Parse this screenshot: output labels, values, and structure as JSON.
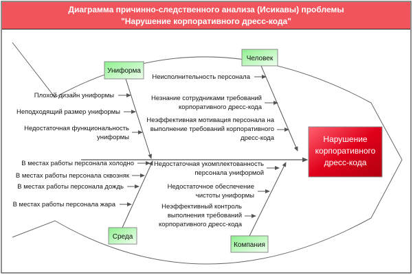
{
  "title": {
    "line1": "Диаграмма причинно-следственного анализа (Исикавы) проблемы",
    "line2": "\"Нарушение корпоративного дресс-кода\""
  },
  "effect": {
    "lines": [
      "Нарушение",
      "корпоративного",
      "дресс-кода"
    ]
  },
  "colors": {
    "header": "#f2545b",
    "effect": "#e0001a",
    "category": "#9ef59e"
  },
  "categories": {
    "uniform": {
      "label": "Униформа",
      "causes": [
        [
          "Плохой дизайн униформы"
        ],
        [
          "Неподходящий размер униформы"
        ],
        [
          "Недостаточная функциональность",
          "униформы"
        ]
      ]
    },
    "human": {
      "label": "Человек",
      "causes": [
        [
          "Неисполнительность персонала"
        ],
        [
          "Незнание сотрудниками требований",
          "корпоративного дресс-кода"
        ],
        [
          "Неэффективная мотивация персонала на",
          "выполнение требований корпоративного",
          "дресс-кода"
        ]
      ]
    },
    "environment": {
      "label": "Среда",
      "causes": [
        [
          "В местах работы персонала холодно"
        ],
        [
          "В местах работы персонала сквозняк"
        ],
        [
          "В местах работы персонала дождь"
        ],
        [
          "В местах работы персонала жара"
        ]
      ]
    },
    "company": {
      "label": "Компания",
      "causes": [
        [
          "Недостаточная укомплектованность",
          "персонала униформой"
        ],
        [
          "Недостаточное обеспечение",
          "чистоты униформы"
        ],
        [
          "Неэффективный контроль",
          "выполнения требований",
          "корпоративного дресс-кода"
        ]
      ]
    }
  }
}
